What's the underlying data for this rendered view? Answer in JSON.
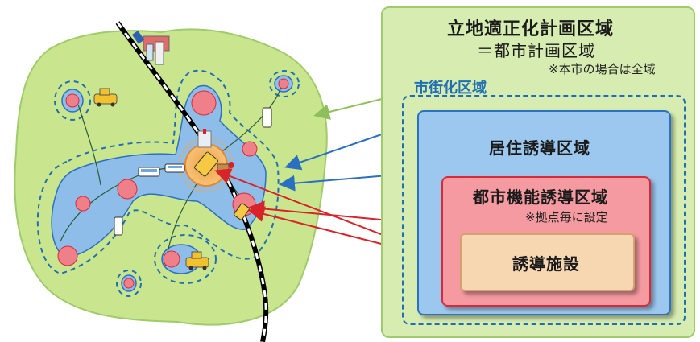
{
  "diagram": {
    "title": "立地適正化計画区域",
    "subtitle": "＝都市計画区域",
    "note_whole_city": "※本市の場合は全域",
    "urbanization_area_label": "市街化区域",
    "residential_zone_label": "居住誘導区域",
    "urban_function_zone_label": "都市機能誘導区域",
    "note_per_hub": "※拠点毎に設定",
    "inducement_facility_label": "誘導施設"
  },
  "colors": {
    "planning_area_fill": "#d6ecb0",
    "urbanization_border": "#1f6fb4",
    "residential_fill": "#9cc7ee",
    "urban_function_fill": "#f59aa0",
    "facility_fill": "#f7d6b2",
    "arrow_green": "#8fbf5a",
    "arrow_blue": "#2a6fc0",
    "arrow_red": "#d8232a"
  },
  "icons": [
    "taxi-icon",
    "bus-icon",
    "hospital-icon",
    "building-icon",
    "train-icon",
    "shop-icon"
  ]
}
